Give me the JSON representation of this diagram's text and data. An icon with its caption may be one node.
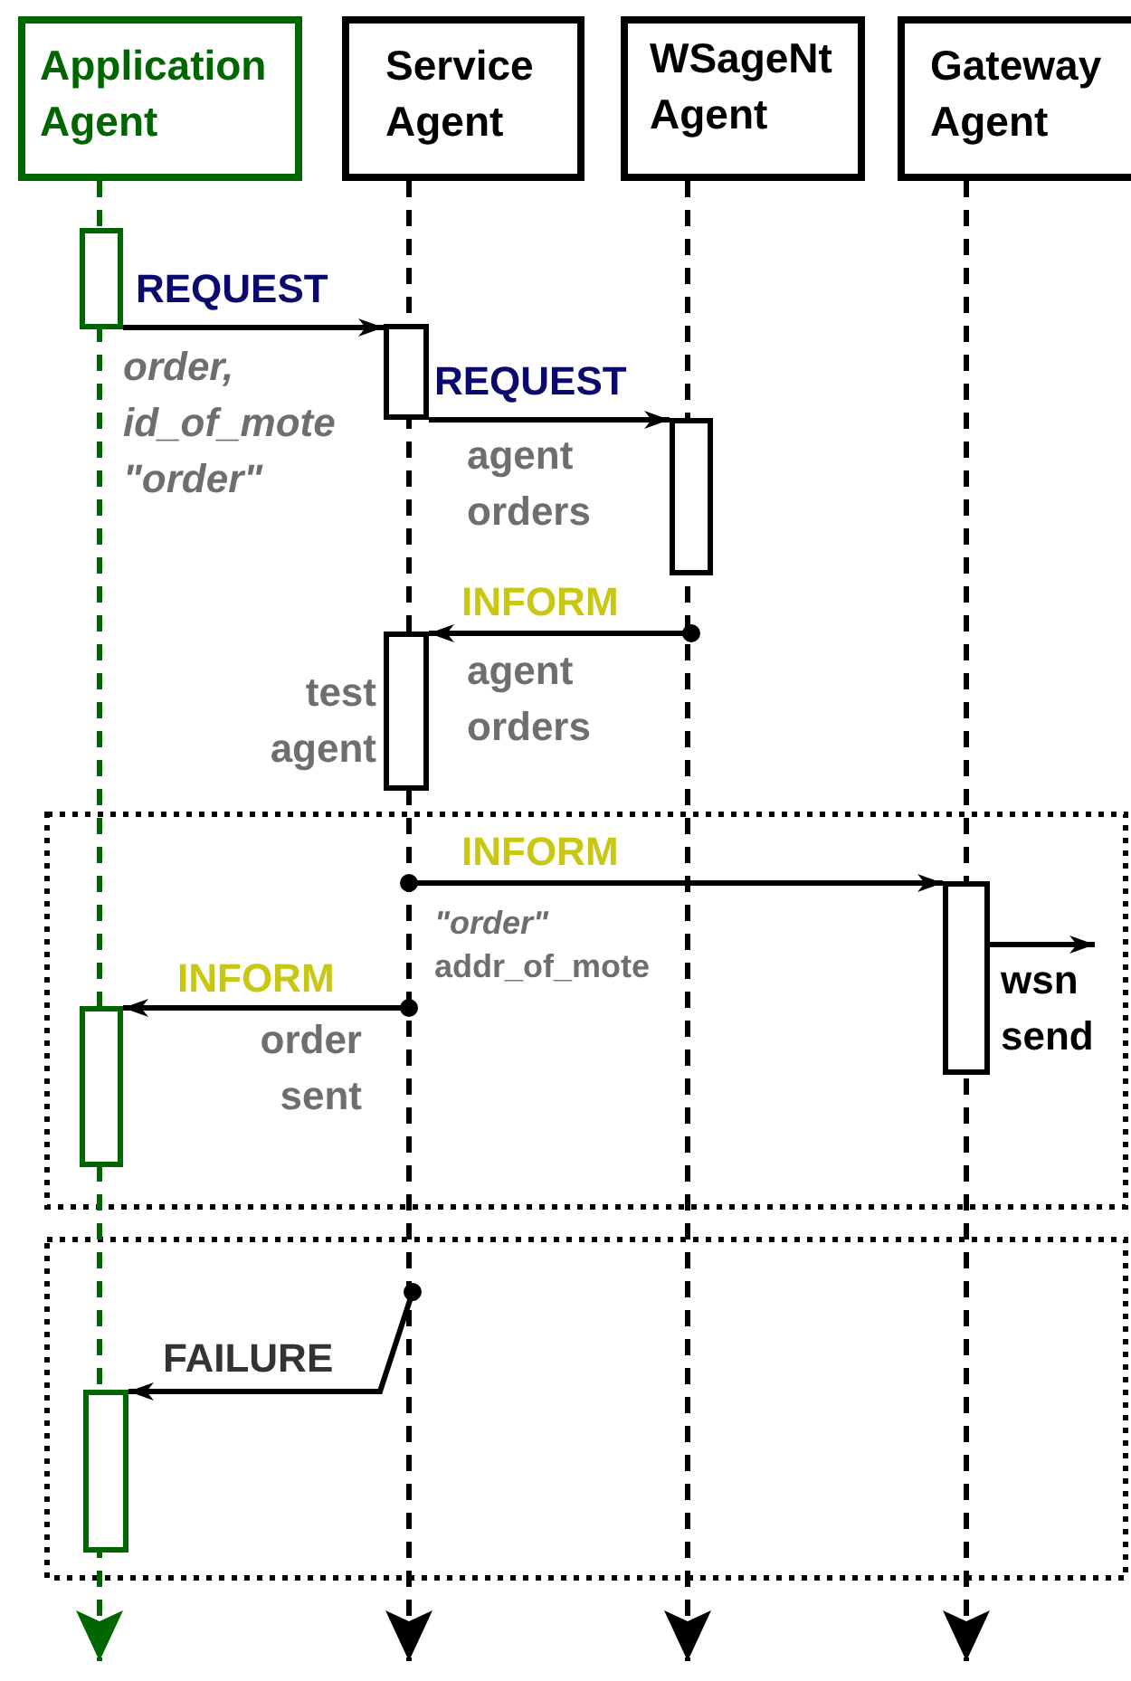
{
  "diagram": {
    "nodes": [
      {
        "text": [
          "Application Agent"
        ]
      },
      {
        "text": [
          "Service Agent"
        ]
      },
      {
        "text": [
          "WSageNt Agent"
        ]
      },
      {
        "text": [
          "Gateway Agent"
        ]
      },
      {
        "text": [],
        "shape": "bar"
      },
      {
        "text": [],
        "shape": "bar"
      },
      {
        "text": [],
        "shape": "bar"
      },
      {
        "text": [],
        "shape": "bar"
      },
      {
        "text": [],
        "shape": "bar"
      },
      {
        "text": [],
        "shape": "bar"
      },
      {
        "text": [],
        "shape": "bar"
      },
      {
        "text": [
          "wsn send"
        ]
      }
    ],
    "edges": [
      {
        "from": 0,
        "to": null,
        "arrow": "to",
        "style": "dashed",
        "color": "#006600"
      },
      {
        "from": 1,
        "to": null,
        "arrow": "to",
        "style": "dashed"
      },
      {
        "from": 2,
        "to": null,
        "arrow": "to",
        "style": "dashed"
      },
      {
        "from": 3,
        "to": null,
        "arrow": "to",
        "style": "dashed"
      },
      {
        "from": 4,
        "to": 5,
        "arrow": "to",
        "label": "REQUEST"
      },
      {
        "from": 5,
        "to": 6,
        "arrow": "to",
        "label": "REQUEST"
      },
      {
        "from": null,
        "to": 7,
        "arrow": "to",
        "label": "INFORM"
      },
      {
        "from": null,
        "to": 8,
        "arrow": "to",
        "label": "INFORM"
      },
      {
        "from": null,
        "to": 9,
        "arrow": "to",
        "label": "INFORM"
      },
      {
        "from": null,
        "to": 10,
        "arrow": "to",
        "label": "FAILURE"
      },
      {
        "from": 8,
        "to": 11,
        "arrow": "to"
      }
    ],
    "labels": [
      "order, id_of_mote \"order\"",
      "agent orders",
      "test agent",
      "agent orders",
      "*\"order\"* addr_of_mote",
      "order sent"
    ]
  }
}
